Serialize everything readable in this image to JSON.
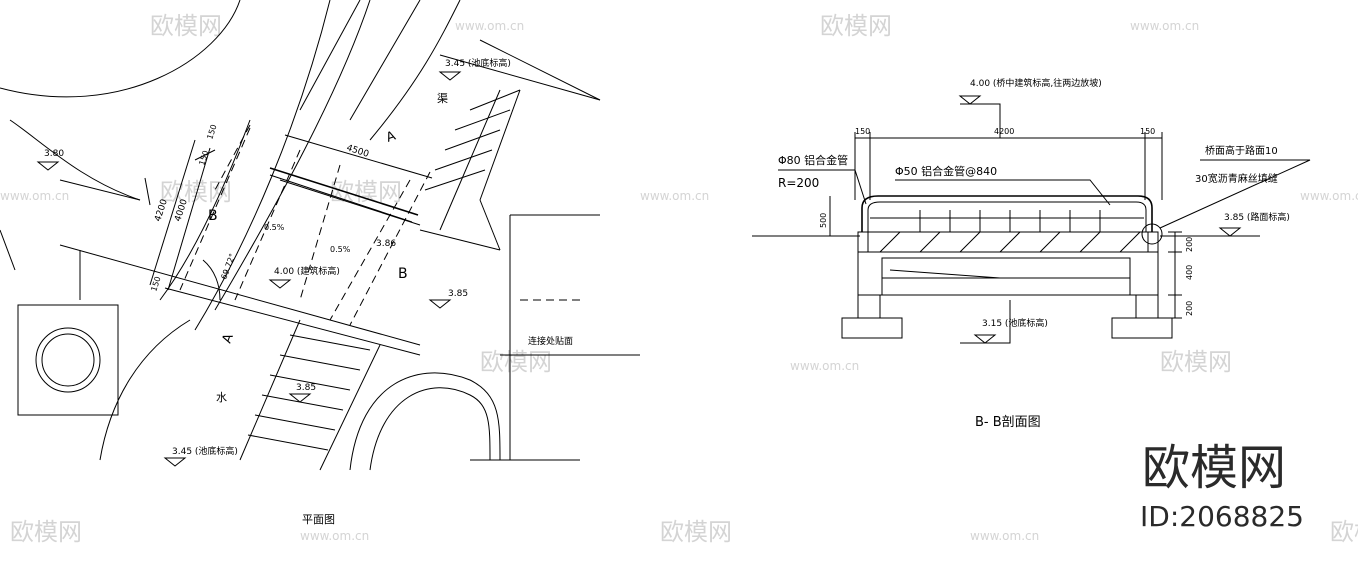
{
  "watermark": {
    "brand": "欧模网",
    "site": "www.om.cn"
  },
  "plan": {
    "title": "平面图",
    "labels": {
      "pool_bottom_top": "3.45 (池底标高)",
      "canal": "渠",
      "elev_380": "3.80",
      "dim_4500": "4500",
      "dim_4200": "4200",
      "dim_4000": "4000",
      "dim_150a": "150",
      "dim_150b": "150",
      "dim_150c": "150",
      "section_a": "A",
      "section_b": "B",
      "slope_1": "0.5%",
      "slope_2": "0.5%",
      "building_elev": "4.00 (建筑标高)",
      "elev_386": "3.86",
      "angle": "69.72°",
      "elev_385a": "3.85",
      "join": "连接处贴面",
      "water": "水",
      "elev_385b": "3.85",
      "pool_bottom_low": "3.45 (池底标高)"
    }
  },
  "section": {
    "title": "B- B剖面图",
    "labels": {
      "bridge_elev": "4.00 (桥中建筑标高,往两边放坡)",
      "dim_150l": "150",
      "dim_4200": "4200",
      "dim_150r": "150",
      "pipe80": "Φ80 铝合金管",
      "radius": "R=200",
      "pipe50": "Φ50 铝合金管@840",
      "bridge_high": "桥面高于路面10",
      "joint": "30宽沥青麻丝填缝",
      "road_elev": "3.85 (路面标高)",
      "dim_500": "500",
      "dim_200a": "200",
      "dim_400": "400",
      "dim_200b": "200",
      "pool_bottom": "3.15 (池底标高)"
    }
  },
  "brand_block": {
    "name": "欧模网",
    "id": "ID:2068825"
  }
}
